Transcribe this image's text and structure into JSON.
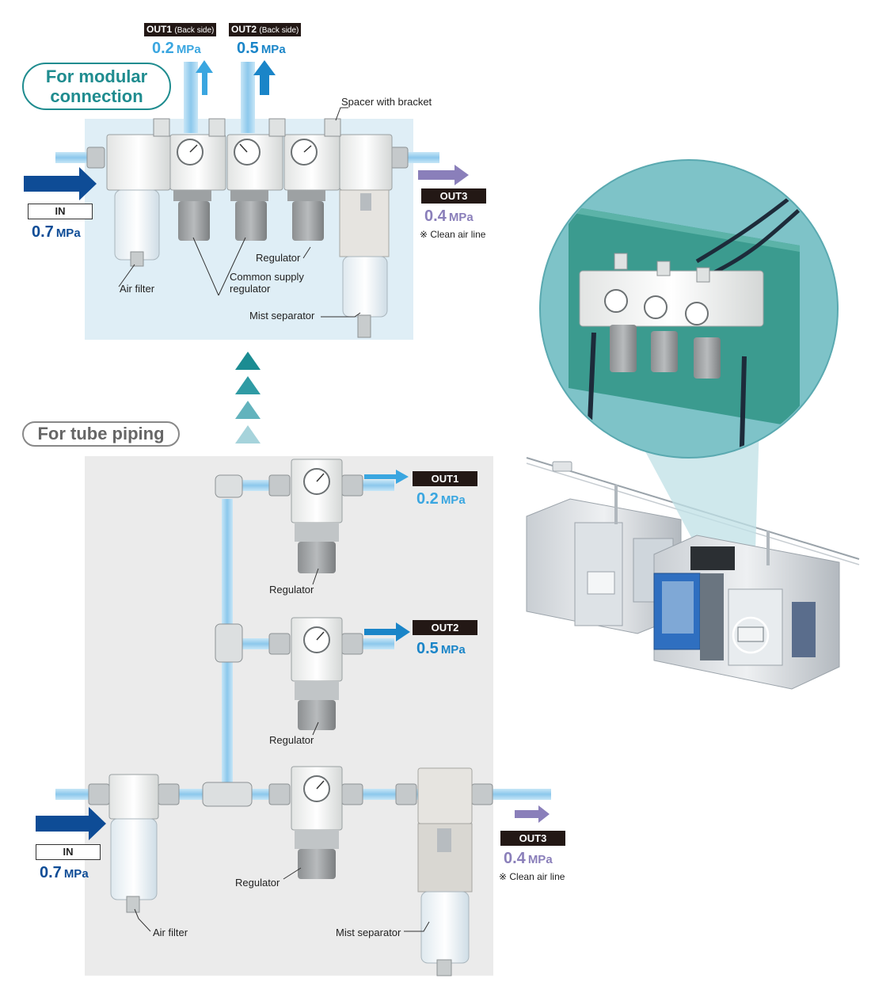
{
  "modular": {
    "title": "For modular connection",
    "in": {
      "tag": "IN",
      "value": "0.7",
      "unit": "MPa"
    },
    "out1": {
      "tag": "OUT1",
      "tag_note": "(Back side)",
      "value": "0.2",
      "unit": "MPa"
    },
    "out2": {
      "tag": "OUT2",
      "tag_note": "(Back side)",
      "value": "0.5",
      "unit": "MPa"
    },
    "out3": {
      "tag": "OUT3",
      "value": "0.4",
      "unit": "MPa",
      "note": "※ Clean air line"
    },
    "labels": {
      "spacer": "Spacer with bracket",
      "regulator": "Regulator",
      "common_line1": "Common supply",
      "common_line2": "regulator",
      "air_filter": "Air filter",
      "mist_separator": "Mist separator"
    }
  },
  "tube": {
    "title": "For tube piping",
    "in": {
      "tag": "IN",
      "value": "0.7",
      "unit": "MPa"
    },
    "out1": {
      "tag": "OUT1",
      "value": "0.2",
      "unit": "MPa"
    },
    "out2": {
      "tag": "OUT2",
      "value": "0.5",
      "unit": "MPa"
    },
    "out3": {
      "tag": "OUT3",
      "value": "0.4",
      "unit": "MPa",
      "note": "※ Clean air line"
    },
    "labels": {
      "regulator_1": "Regulator",
      "regulator_2": "Regulator",
      "regulator_3": "Regulator",
      "air_filter": "Air filter",
      "mist_separator": "Mist separator"
    }
  },
  "colors": {
    "in_arrow": "#0e4c96",
    "out1": "#3aa6e0",
    "out2": "#1a85c8",
    "out3": "#8a7fba",
    "accent": "#1f8c8f",
    "tube": "#a9d5f0"
  }
}
